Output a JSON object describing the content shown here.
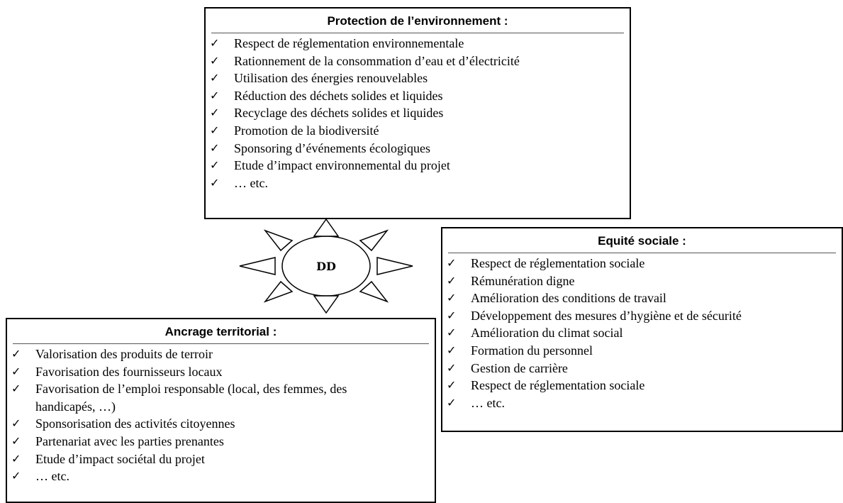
{
  "environment": {
    "title": "Protection de l’environnement :",
    "check_symbol": "✓",
    "items": [
      "Respect de réglementation environnementale",
      "Rationnement de la consommation d’eau et d’électricité",
      "Utilisation des énergies renouvelables",
      "Réduction des déchets solides et liquides",
      "Recyclage des déchets solides et liquides",
      "Promotion de  la biodiversité",
      "Sponsoring d’événements écologiques",
      "Etude d’impact environnemental du projet",
      "… etc."
    ]
  },
  "social": {
    "title": "Equité sociale :",
    "items": [
      "Respect de réglementation sociale",
      "Rémunération digne",
      "Amélioration des conditions de travail",
      "Développement des mesures d’hygiène et de sécurité",
      "Amélioration du climat social",
      "Formation du personnel",
      "Gestion de carrière",
      "Respect de réglementation sociale",
      "… etc."
    ]
  },
  "territorial": {
    "title": "Ancrage territorial :",
    "items": [
      "Valorisation des produits de terroir",
      "Favorisation des fournisseurs locaux",
      "Favorisation de l’emploi responsable (local, des femmes, des handicapés, …)",
      "Sponsorisation des activités citoyennes",
      "Partenariat avec les parties prenantes",
      "Etude d’impact sociétal du projet",
      "… etc."
    ]
  },
  "center": {
    "label": "DD"
  }
}
